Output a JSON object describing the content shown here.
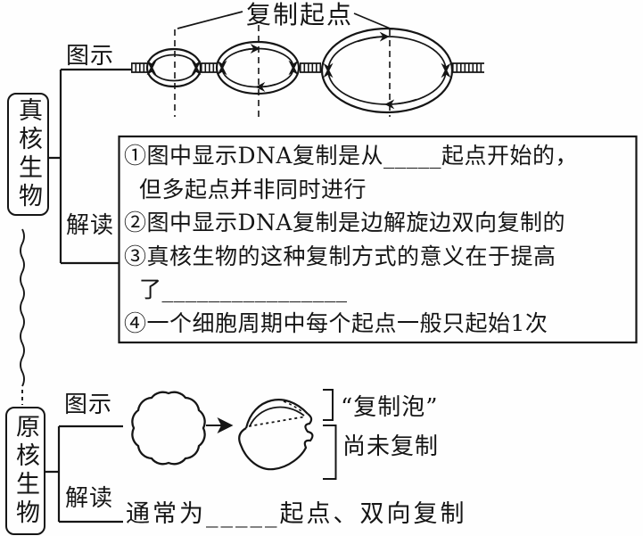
{
  "colors": {
    "ink": "#151515",
    "background": "#fefefe"
  },
  "nodes": {
    "eukaryote": "真核生物",
    "prokaryote": "原核生物"
  },
  "branches": {
    "eu_diagram_label": "图示",
    "eu_interpret_label": "解读",
    "pro_diagram_label": "图示",
    "pro_interpret_label": "解读"
  },
  "top_diagram": {
    "origin_label": "复制起点"
  },
  "interpretation_box": {
    "lines": [
      "①图中显示DNA复制是从_____起点开始的，",
      "但多起点并非同时进行",
      "②图中显示DNA复制是边解旋边双向复制的",
      "③真核生物的这种复制方式的意义在于提高",
      "了________________",
      "④一个细胞周期中每个起点一般只起始1次"
    ]
  },
  "bottom_diagram": {
    "bubble_label": "“复制泡”",
    "unreplicated_label": "尚未复制"
  },
  "bottom_note": "通常为_____起点、双向复制"
}
